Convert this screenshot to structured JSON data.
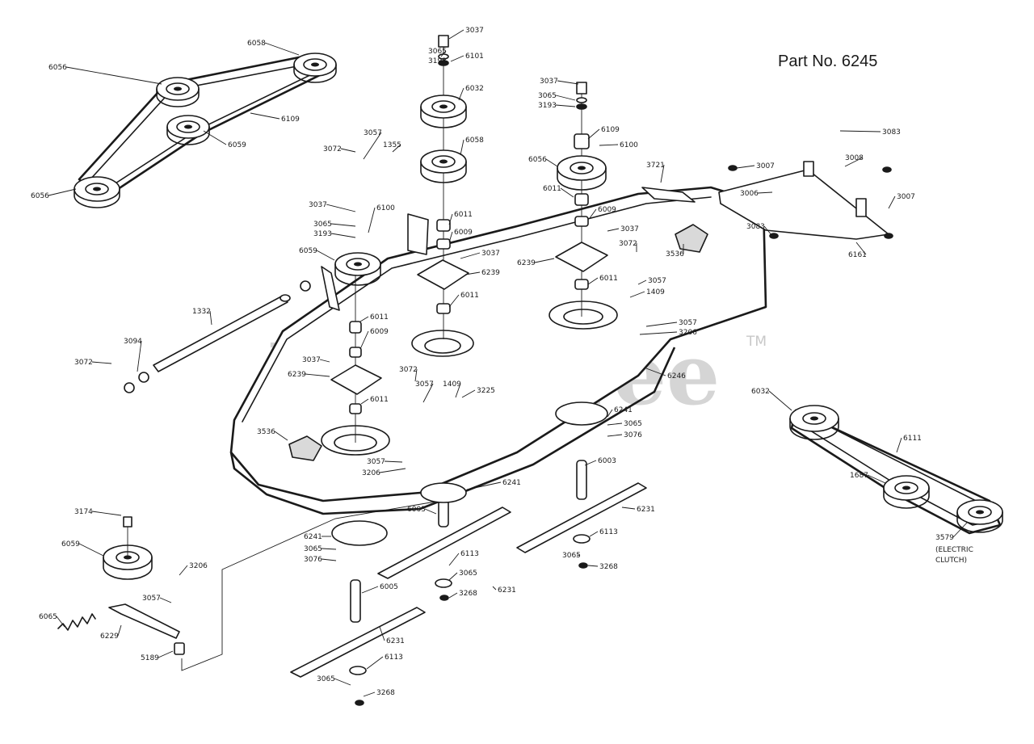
{
  "title": "Part No. 6245",
  "watermark": "PartsTree",
  "watermark_tm": "TM",
  "clutch_note": [
    "(ELECTRIC",
    "CLUTCH)"
  ],
  "callouts": [
    {
      "t": "3037"
    },
    {
      "t": "3065"
    },
    {
      "t": "3193"
    },
    {
      "t": "6101"
    },
    {
      "t": "6032"
    },
    {
      "t": "6058"
    },
    {
      "t": "6011"
    },
    {
      "t": "6009"
    },
    {
      "t": "3037"
    },
    {
      "t": "6239"
    },
    {
      "t": "6011"
    },
    {
      "t": "6058"
    },
    {
      "t": "6056"
    },
    {
      "t": "6059"
    },
    {
      "t": "6109"
    },
    {
      "t": "6056"
    },
    {
      "t": "3057"
    },
    {
      "t": "3072"
    },
    {
      "t": "1355"
    },
    {
      "t": "3037"
    },
    {
      "t": "3065"
    },
    {
      "t": "3193"
    },
    {
      "t": "6100"
    },
    {
      "t": "6059"
    },
    {
      "t": "1332"
    },
    {
      "t": "3072"
    },
    {
      "t": "3094"
    },
    {
      "t": "6011"
    },
    {
      "t": "6009"
    },
    {
      "t": "3037"
    },
    {
      "t": "6239"
    },
    {
      "t": "6011"
    },
    {
      "t": "3536"
    },
    {
      "t": "3072"
    },
    {
      "t": "3057"
    },
    {
      "t": "1409"
    },
    {
      "t": "3225"
    },
    {
      "t": "3057"
    },
    {
      "t": "3206"
    },
    {
      "t": "3037"
    },
    {
      "t": "3065"
    },
    {
      "t": "3193"
    },
    {
      "t": "6109"
    },
    {
      "t": "6100"
    },
    {
      "t": "6056"
    },
    {
      "t": "6011"
    },
    {
      "t": "6009"
    },
    {
      "t": "3037"
    },
    {
      "t": "6239"
    },
    {
      "t": "3072"
    },
    {
      "t": "6011"
    },
    {
      "t": "1409"
    },
    {
      "t": "3057"
    },
    {
      "t": "3057"
    },
    {
      "t": "3206"
    },
    {
      "t": "3721"
    },
    {
      "t": "3536"
    },
    {
      "t": "6246"
    },
    {
      "t": "3083"
    },
    {
      "t": "3007"
    },
    {
      "t": "3008"
    },
    {
      "t": "3006"
    },
    {
      "t": "3007"
    },
    {
      "t": "3083"
    },
    {
      "t": "6161"
    },
    {
      "t": "6241"
    },
    {
      "t": "3065"
    },
    {
      "t": "3076"
    },
    {
      "t": "6003"
    },
    {
      "t": "6231"
    },
    {
      "t": "6113"
    },
    {
      "t": "3065"
    },
    {
      "t": "3268"
    },
    {
      "t": "6241"
    },
    {
      "t": "6003"
    },
    {
      "t": "6241"
    },
    {
      "t": "3065"
    },
    {
      "t": "3076"
    },
    {
      "t": "6113"
    },
    {
      "t": "3065"
    },
    {
      "t": "3268"
    },
    {
      "t": "6231"
    },
    {
      "t": "6005"
    },
    {
      "t": "6231"
    },
    {
      "t": "6113"
    },
    {
      "t": "3065"
    },
    {
      "t": "3268"
    },
    {
      "t": "3174"
    },
    {
      "t": "6059"
    },
    {
      "t": "3206"
    },
    {
      "t": "3057"
    },
    {
      "t": "6065"
    },
    {
      "t": "6229"
    },
    {
      "t": "5189"
    },
    {
      "t": "6032"
    },
    {
      "t": "6111"
    },
    {
      "t": "1687"
    },
    {
      "t": "3579"
    }
  ]
}
